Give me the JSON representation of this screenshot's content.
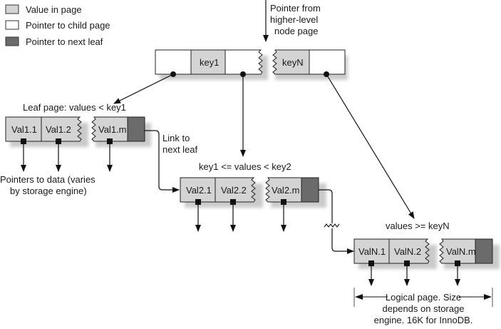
{
  "legend": [
    {
      "label": "Value in page",
      "color": "#d4d4d4"
    },
    {
      "label": "Pointer to child page",
      "color": "#ffffff"
    },
    {
      "label": "Pointer to next leaf",
      "color": "#6b6b6b"
    }
  ],
  "colors": {
    "value_fill": "#d4d4d4",
    "child_pointer_fill": "#ffffff",
    "next_leaf_fill": "#6b6b6b",
    "stroke": "#222222",
    "shadow": "#bdbdbd"
  },
  "root": {
    "caption": [
      "Pointer from",
      "higher-level",
      "node page"
    ],
    "left_keys": [
      "key1"
    ],
    "right_keys": [
      "keyN"
    ]
  },
  "leaves": [
    {
      "caption": "Leaf page: values < key1",
      "values": [
        "Val1.1",
        "Val1.2",
        "Val1.m"
      ]
    },
    {
      "caption": "key1 <= values < key2",
      "values": [
        "Val2.1",
        "Val2.2",
        "Val2.m"
      ]
    },
    {
      "caption": "values >= keyN",
      "values": [
        "ValN.1",
        "ValN.2",
        "ValN.m"
      ]
    }
  ],
  "annotations": {
    "link_to_next_leaf": [
      "Link to",
      "next leaf"
    ],
    "pointers_to_data": [
      "Pointers to data (varies",
      "by storage engine)"
    ],
    "logical_page": [
      "Logical page.  Size",
      "depends on storage",
      "engine.  16K for InnoDB."
    ]
  }
}
